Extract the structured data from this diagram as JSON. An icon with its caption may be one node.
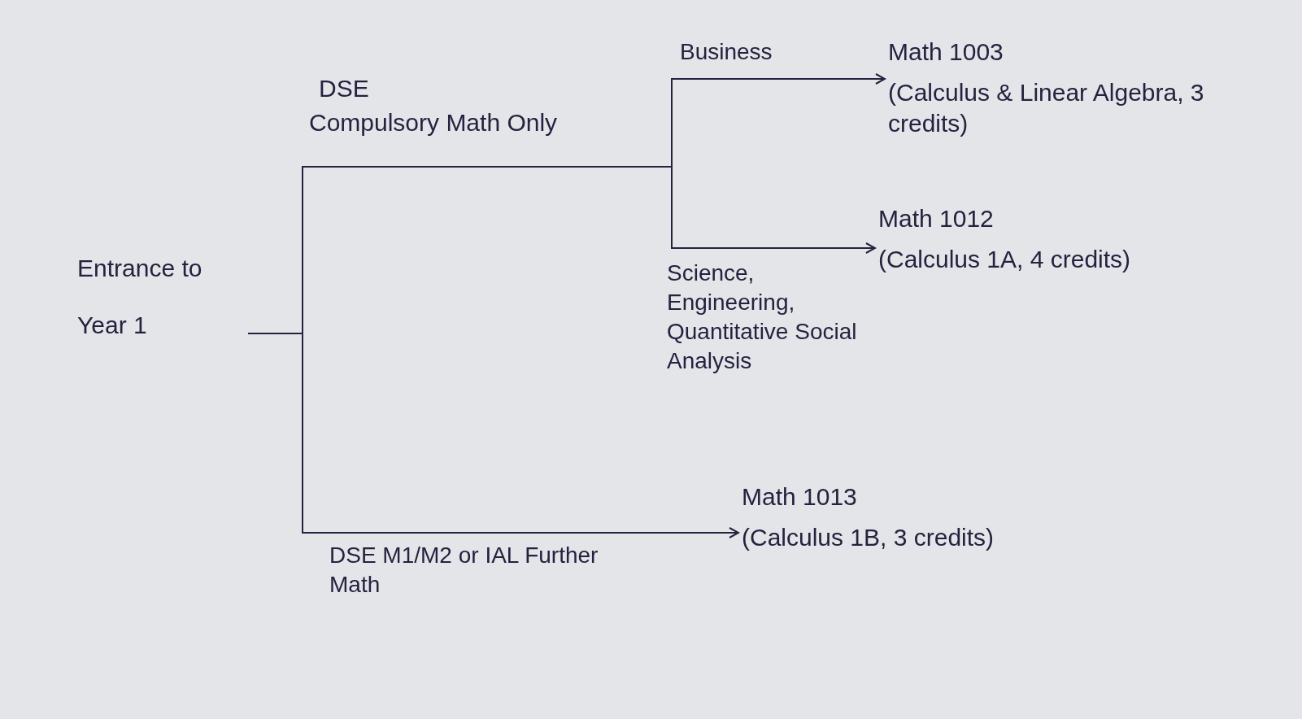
{
  "diagram": {
    "nodes": [
      {
        "text": [
          "Entrance to Year 1"
        ]
      },
      {
        "text": [
          "Math 1003",
          "(Calculus & Linear Algebra, 3 credits)"
        ]
      },
      {
        "text": [
          "Math 1012",
          "(Calculus 1A, 4 credits)"
        ]
      },
      {
        "text": [
          "Math 1013",
          "(Calculus 1B, 3 credits)"
        ]
      }
    ],
    "edges": [
      {
        "from": 0,
        "to": 1,
        "arrow": "to",
        "label": "Business"
      },
      {
        "from": 0,
        "to": 2,
        "arrow": "to",
        "label": "Science, Engineering, Quantitative Social Analysis"
      },
      {
        "from": 0,
        "to": 3,
        "arrow": "to",
        "label": "DSE M1/M2 or IAL Further Math"
      }
    ],
    "labels": [
      "DSE",
      "Compulsory Math Only"
    ]
  }
}
